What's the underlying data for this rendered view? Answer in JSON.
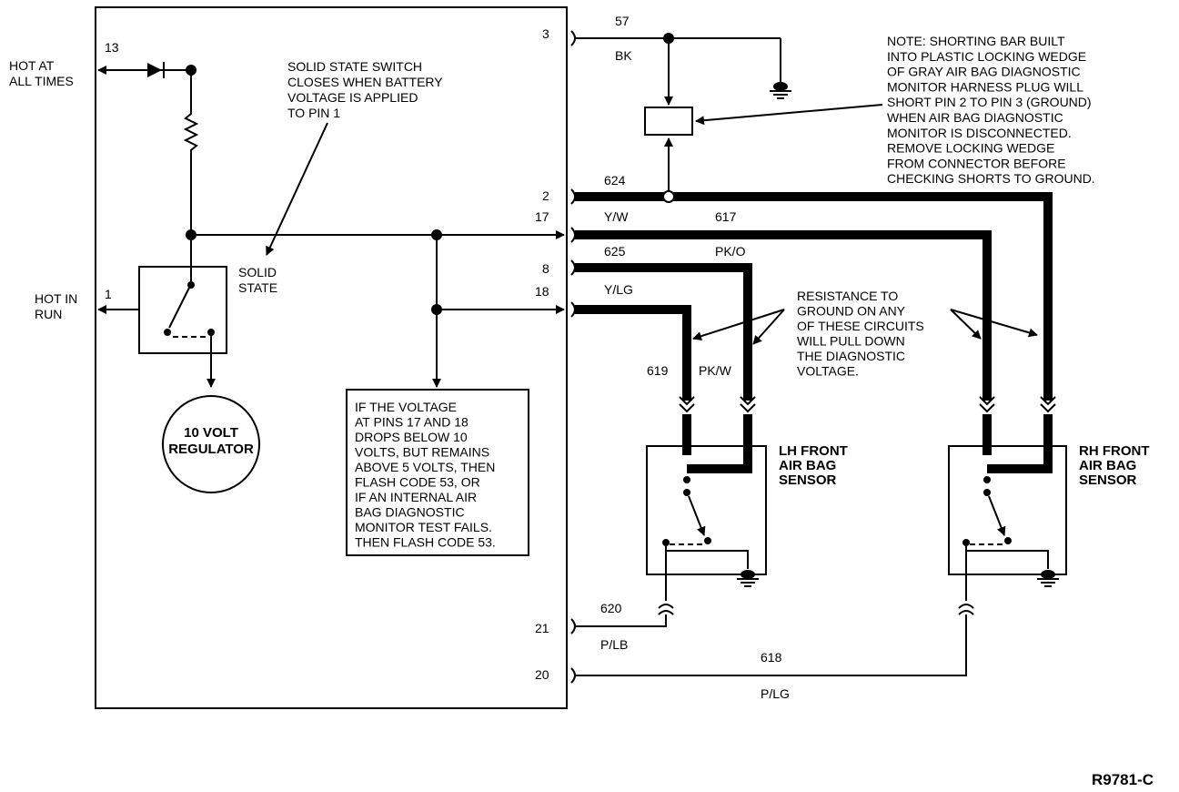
{
  "labels": {
    "hot_at_all_times": [
      "HOT AT",
      "ALL TIMES"
    ],
    "hot_in_run": [
      "HOT IN",
      "RUN"
    ],
    "switch_note": [
      "SOLID STATE SWITCH",
      "CLOSES WHEN BATTERY",
      "VOLTAGE IS APPLIED",
      "TO PIN 1"
    ],
    "solid_state": [
      "SOLID",
      "STATE"
    ],
    "regulator": [
      "10 VOLT",
      "REGULATOR"
    ],
    "flash_note": [
      "IF THE VOLTAGE",
      "AT PINS 17 AND 18",
      "DROPS BELOW 10",
      "VOLTS, BUT REMAINS",
      "ABOVE 5 VOLTS, THEN",
      "FLASH CODE 53, OR",
      "IF AN INTERNAL AIR",
      "BAG DIAGNOSTIC",
      "MONITOR TEST FAILS.",
      "THEN FLASH CODE 53."
    ],
    "shorting_note": [
      "NOTE: SHORTING BAR BUILT",
      "INTO PLASTIC LOCKING WEDGE",
      "OF GRAY AIR BAG DIAGNOSTIC",
      "MONITOR HARNESS PLUG WILL",
      "SHORT PIN 2 TO PIN 3 (GROUND)",
      "WHEN AIR BAG DIAGNOSTIC",
      "MONITOR IS DISCONNECTED.",
      "REMOVE LOCKING WEDGE",
      "FROM CONNECTOR BEFORE",
      "CHECKING SHORTS TO GROUND."
    ],
    "resistance_note": [
      "RESISTANCE TO",
      "GROUND ON ANY",
      "OF THESE CIRCUITS",
      "WILL PULL DOWN",
      "THE DIAGNOSTIC",
      "VOLTAGE."
    ],
    "lh_sensor": [
      "LH FRONT",
      "AIR BAG",
      "SENSOR"
    ],
    "rh_sensor": [
      "RH FRONT",
      "AIR BAG",
      "SENSOR"
    ],
    "figure_id": "R9781-C"
  },
  "pins": {
    "p13": "13",
    "p1": "1",
    "p3": "3",
    "p2": "2",
    "p17": "17",
    "p8": "8",
    "p18": "18",
    "p21": "21",
    "p20": "20"
  },
  "circuits": {
    "c57": "57",
    "c624": "624",
    "c617": "617",
    "c625": "625",
    "c619": "619",
    "c620": "620",
    "c618": "618"
  },
  "wire_colors": {
    "bk": "BK",
    "y_w": "Y/W",
    "pk_o": "PK/O",
    "y_lg": "Y/LG",
    "pk_w": "PK/W",
    "p_lb": "P/LB",
    "p_lg": "P/LG"
  }
}
